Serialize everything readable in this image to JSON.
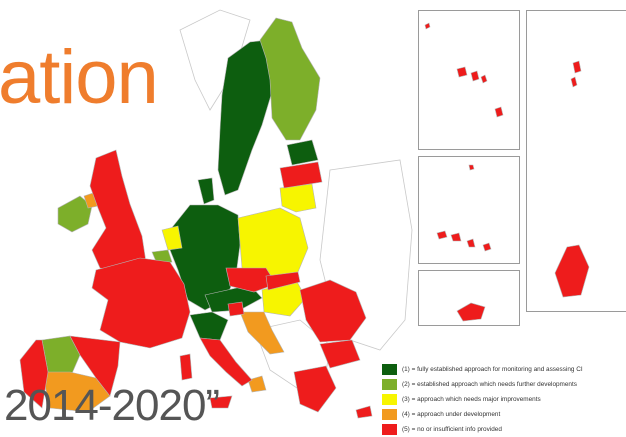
{
  "title_fragment": "ation",
  "period": "2014-2020”",
  "colors": {
    "title": "#ef7d2d",
    "level1": "#0d5e0f",
    "level2": "#7daf2a",
    "level3": "#f7f500",
    "level4": "#f29a1f",
    "level5": "#ee1c1c",
    "land": "#ffffff",
    "border": "#b5b5b5"
  },
  "legend": [
    {
      "label": "(1) = fully established approach for monitoring and assessing CI",
      "color": "#0d5e0f"
    },
    {
      "label": "(2) = established approach which needs further developments",
      "color": "#7daf2a"
    },
    {
      "label": "(3) = approach which needs major improvements",
      "color": "#f7f500"
    },
    {
      "label": "(4) = approach under development",
      "color": "#f29a1f"
    },
    {
      "label": "(5) = no or insufficient info provided",
      "color": "#ee1c1c"
    }
  ]
}
